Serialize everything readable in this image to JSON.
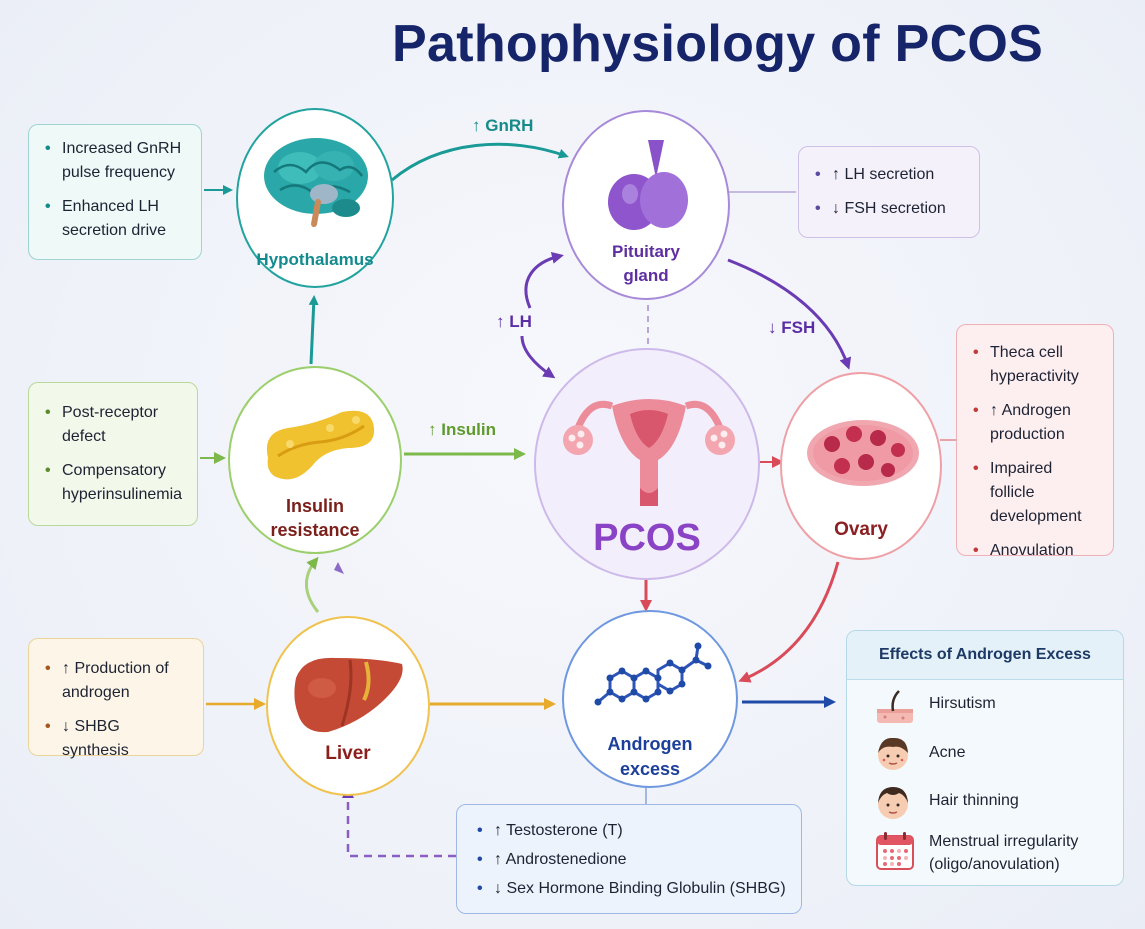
{
  "title": "Pathophysiology of PCOS",
  "nodes": {
    "hypothalamus": "Hypothalamus",
    "pituitary": [
      "Pituitary",
      "gland"
    ],
    "pcos": "PCOS",
    "insulin": [
      "Insulin",
      "resistance"
    ],
    "ovary": "Ovary",
    "liver": "Liver",
    "androgen": [
      "Androgen",
      "excess"
    ]
  },
  "arrow_labels": {
    "gnrh": "↑ GnRH",
    "lh": "↑ LH",
    "fsh": "↓ FSH",
    "insulin": "↑ Insulin"
  },
  "boxes": {
    "hypothalamus": [
      "Increased GnRH pulse frequency",
      "Enhanced LH secretion drive"
    ],
    "pituitary": [
      "↑ LH secretion",
      "↓ FSH secretion"
    ],
    "insulin": [
      "Post-receptor defect",
      "Compensatory hyperinsulinemia"
    ],
    "ovary": [
      "Theca cell hyperactivity",
      "↑ Androgen production",
      "Impaired follicle development",
      "Anovulation"
    ],
    "liver": [
      "↑ Production of androgen",
      "↓ SHBG synthesis"
    ],
    "androgen": [
      "↑ Testosterone (T)",
      "↑ Androstenedione",
      "↓ Sex Hormone Binding Globulin (SHBG)"
    ]
  },
  "effects": {
    "title": "Effects of Androgen Excess",
    "items": [
      "Hirsutism",
      "Acne",
      "Hair thinning",
      "Menstrual irregularity (oligo/anovulation)"
    ]
  },
  "colors": {
    "title": "#16246a",
    "teal": "#1a9a96",
    "purple": "#6a3bb2",
    "green": "#7cb84a",
    "red": "#d94b59",
    "orange": "#e7aa2a",
    "blue": "#1f4aa8",
    "pcos": "#8a43c4"
  }
}
